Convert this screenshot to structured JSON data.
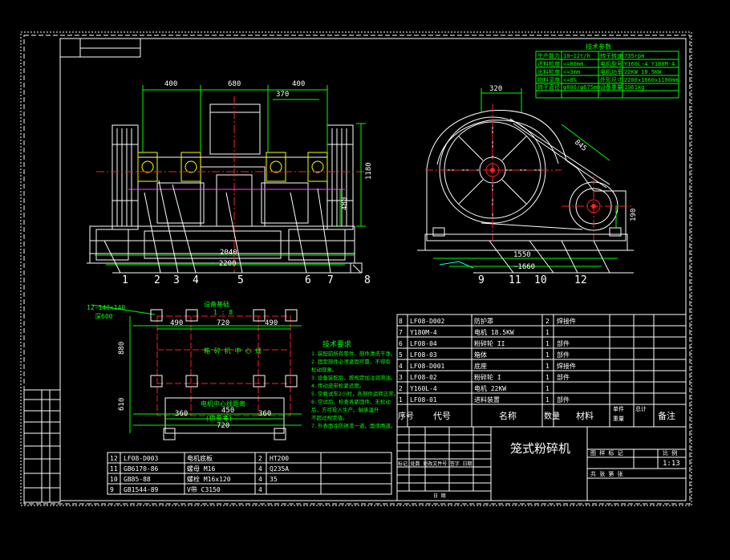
{
  "colors": {
    "background": "#000000",
    "outline": "#ffffff",
    "dimension": "#00ff00",
    "center_line": "#ff2020",
    "bearing": "#ffff00",
    "detail_cyan": "#00ffff",
    "detail_magenta": "#ff40ff"
  },
  "front_view": {
    "dims": [
      "400",
      "680",
      "400",
      "370",
      "1180",
      "480",
      "2040",
      "~ 2200"
    ]
  },
  "side_view": {
    "dims": [
      "320",
      "845",
      "190",
      "1550",
      "~1660"
    ]
  },
  "balloons": [
    "1",
    "2",
    "3",
    "4",
    "5",
    "6",
    "7",
    "8",
    "9",
    "11",
    "10",
    "12"
  ],
  "foundation": {
    "bolt_spec": "12-140x140",
    "bolt_depth": "深600",
    "title": "设备基础",
    "subtitle": "1 : 8",
    "dims": [
      "490",
      "720",
      "490",
      "880",
      "610",
      "450",
      "360",
      "360",
      "720"
    ],
    "center_label": "箱 碎 机 中 心 线",
    "motor_label": "电机中心线距离",
    "motor_note": "(供参考)"
  },
  "tech_requirements": {
    "title": "技术要求",
    "lines": [
      "1.装配前所有零件、部件清洗干净。",
      "2.固定部件必须紧固可靠，不得有",
      "松动现象。",
      "3.设备装配后，按规定加注润滑油。",
      "4.传动皮带松紧适度。",
      "5.空载试车2小时，各部件运转正常。",
      "6.空试后，检查各紧固件，无松动",
      "后，方可投入生产。轴承温升",
      "不超过规定值。",
      "7.外表面涂防锈漆一道，面漆两道。"
    ]
  },
  "spec_table": {
    "title": "技术参数",
    "rows": [
      [
        "生产能力",
        "10~12t/h",
        "转子转速",
        "735rpm"
      ],
      [
        "进料粒度",
        "<=80mm",
        "电机型号",
        "Y160L-4 Y180M-4"
      ],
      [
        "出料粒度",
        "<=3mm",
        "电机功率",
        "22KW 18.5KW"
      ],
      [
        "物料湿度",
        "<=8%",
        "外形尺寸",
        "2200x1660x1180mm"
      ],
      [
        "转子直径",
        "φ800/φ675mm",
        "设备重量",
        "1961kg"
      ],
      [
        "",
        "",
        "",
        ""
      ]
    ]
  },
  "bom": {
    "headers": [
      "序号",
      "代号",
      "名称",
      "数量",
      "材料",
      "单件",
      "重量",
      "总计",
      "备注"
    ],
    "rows": [
      {
        "no": "8",
        "code": "LF08-D002",
        "name": "防护罩",
        "qty": "2",
        "material": "焊接件"
      },
      {
        "no": "7",
        "code": "Y180M-4",
        "name": "电机  18.5KW",
        "qty": "1",
        "material": ""
      },
      {
        "no": "6",
        "code": "LF08-04",
        "name": "粉碎轮 II",
        "qty": "1",
        "material": "部件"
      },
      {
        "no": "5",
        "code": "LF08-03",
        "name": "箱体",
        "qty": "1",
        "material": "部件"
      },
      {
        "no": "4",
        "code": "LF08-D001",
        "name": "底座",
        "qty": "1",
        "material": "焊接件"
      },
      {
        "no": "3",
        "code": "LF08-02",
        "name": "粉碎轮 I",
        "qty": "1",
        "material": "部件"
      },
      {
        "no": "2",
        "code": "Y160L-4",
        "name": "电机  22KW",
        "qty": "1",
        "material": ""
      },
      {
        "no": "1",
        "code": "LF08-01",
        "name": "进料装置",
        "qty": "1",
        "material": "部件"
      }
    ]
  },
  "title_block": {
    "title": "笼式粉碎机",
    "stage_label": "图 样 标 记",
    "scale_label": "比 例",
    "scale": "1:13",
    "sheet_label": "共  张    第  张",
    "rev_row": "标记 处数 更改文件号 签字 日期",
    "date_label": "日 期"
  },
  "parts_table": {
    "rows": [
      {
        "no": "12",
        "code": "LF08-D003",
        "name": "电机底板",
        "qty": "2",
        "material": "HT200"
      },
      {
        "no": "11",
        "code": "GB6170-86",
        "name": "螺母  M16",
        "qty": "4",
        "material": "Q235A"
      },
      {
        "no": "10",
        "code": "GB85-88",
        "name": "螺栓  M16x120",
        "qty": "4",
        "material": "35"
      },
      {
        "no": "9",
        "code": "GB1544-89",
        "name": "V带  C3150",
        "qty": "4",
        "material": ""
      }
    ]
  }
}
